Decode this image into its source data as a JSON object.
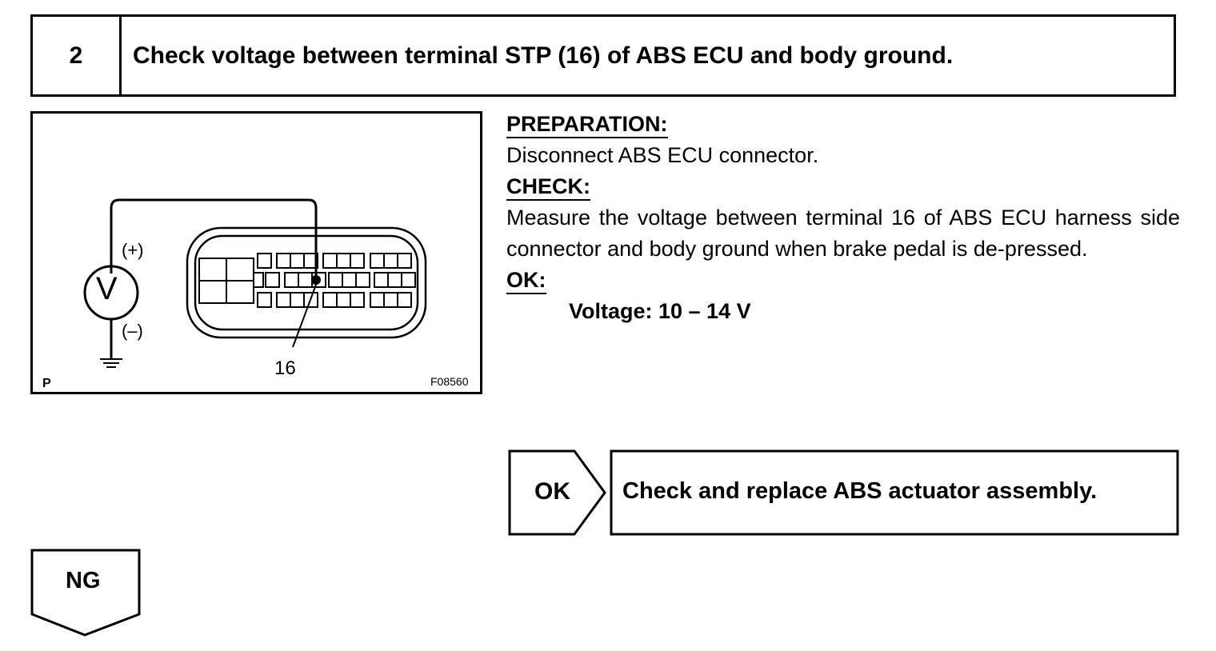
{
  "header": {
    "step_number": "2",
    "title": "Check voltage between terminal STP (16) of ABS ECU and body ground."
  },
  "figure": {
    "plus_label": "(+)",
    "minus_label": "(–)",
    "meter_symbol": "V",
    "terminal_label": "16",
    "corner_label": "P",
    "figure_code": "F08560",
    "icons": [
      "voltmeter-icon",
      "ground-icon",
      "connector-icon"
    ]
  },
  "procedure": {
    "preparation_heading": "PREPARATION:",
    "preparation_text": "Disconnect ABS ECU connector.",
    "check_heading": "CHECK:",
    "check_text": "Measure the voltage between terminal 16 of ABS ECU harness side connector and body ground when brake pedal is de-pressed.",
    "ok_heading": "OK:",
    "ok_spec": "Voltage: 10 – 14 V"
  },
  "results": {
    "ok_label": "OK",
    "ok_action": "Check and replace ABS actuator assembly.",
    "ng_label": "NG"
  }
}
